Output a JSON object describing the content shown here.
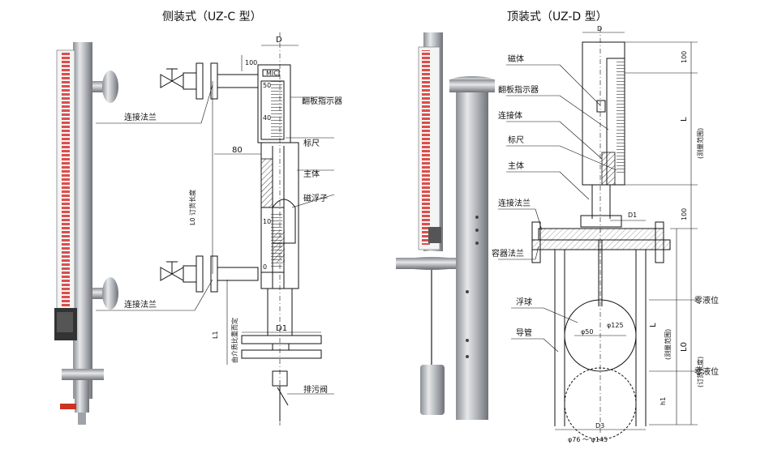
{
  "titles": {
    "left": "侧装式（UZ-C 型）",
    "right": "顶装式（UZ-D 型）"
  },
  "left_labels": {
    "flange_top": "连接法兰",
    "flange_bottom": "连接法兰",
    "indicator": "翻板指示器",
    "scale": "标尺",
    "body": "主体",
    "float": "磁浮子",
    "drain": "排污阀",
    "dim_D": "D",
    "dim_100": "100",
    "dim_80": "80",
    "dim_L0": "L0 订货长度",
    "dim_L1": "L1",
    "dim_L1_note": "由介质比重而定",
    "dim_D1": "D1",
    "scale_50": "50",
    "scale_40": "40",
    "scale_10": "10",
    "scale_0": "0"
  },
  "right_labels": {
    "magnet": "磁体",
    "indicator": "翻板指示器",
    "connector": "连接体",
    "scale": "标尺",
    "body": "主体",
    "flange_conn": "连接法兰",
    "flange_vessel": "容器法兰",
    "float_ball": "浮球",
    "guide_tube": "导管",
    "dim_D": "D",
    "dim_100_top": "100",
    "dim_L": "L",
    "dim_L_note": "(测量范围)",
    "dim_D1": "D1",
    "dim_100_mid": "100",
    "zero_level_top": "零液位",
    "dim_L_lower": "L",
    "dim_L_lower_note": "(测量范围)",
    "dim_L0": "L0",
    "dim_L0_note": "(订货长度)",
    "zero_level_bottom": "零液位",
    "dim_h1": "h1",
    "dim_D3": "D3",
    "dim_D3_range": "φ76 ～ φ145",
    "ball_phi50": "φ50",
    "ball_phi125": "φ125"
  },
  "colors": {
    "scale_red": "#d8322d",
    "steel": "#b9bcc0",
    "steel_dark": "#7d8186",
    "line": "#111111"
  }
}
